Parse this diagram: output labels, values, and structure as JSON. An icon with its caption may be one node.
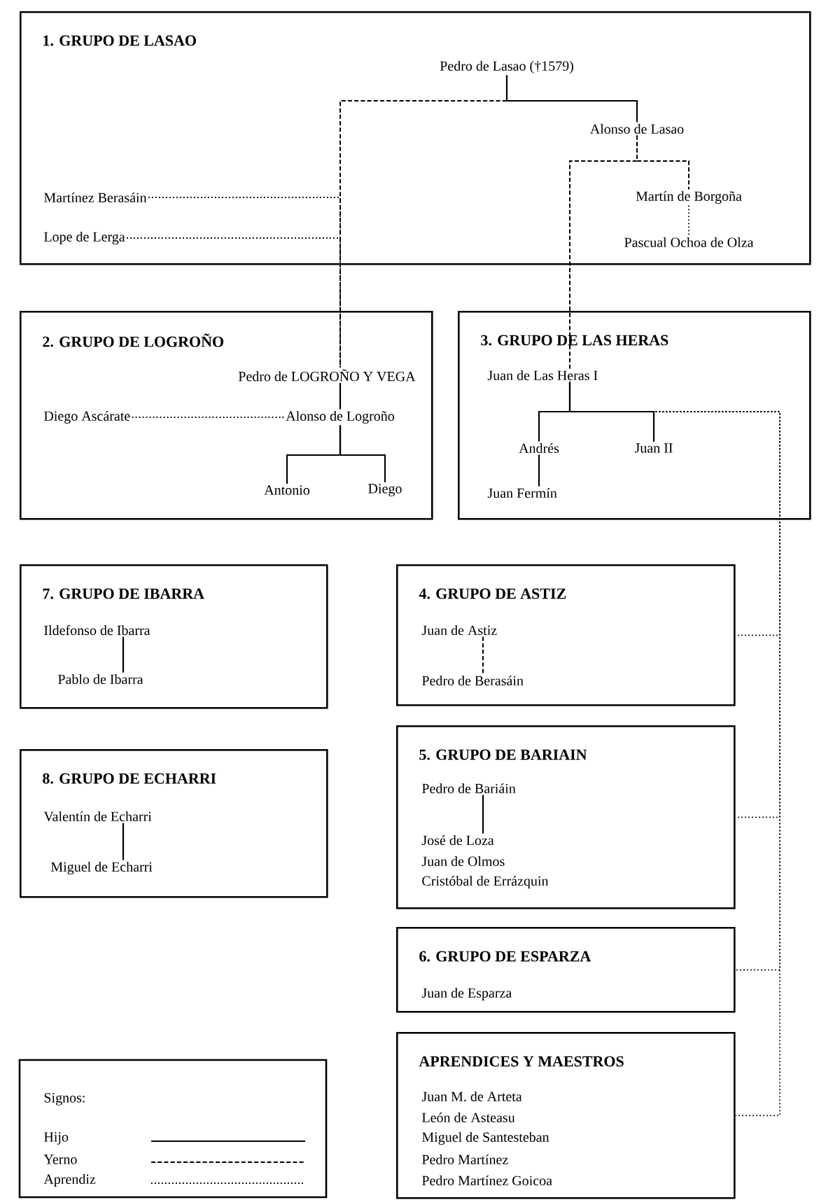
{
  "diagram": {
    "nodes": [
      {
        "text": [
          "1. GRUPO DE LASAO"
        ]
      },
      {
        "text": [
          "Pedro de Lasao (†1579)"
        ],
        "in": 0
      },
      {
        "text": [
          "Alonso de Lasao"
        ],
        "in": 0
      },
      {
        "text": [
          "Martínez Berasáin"
        ],
        "in": 0
      },
      {
        "text": [
          "Lope de Lerga"
        ],
        "in": 0
      },
      {
        "text": [
          "Martín de Borgoña"
        ],
        "in": 0
      },
      {
        "text": [
          "Pascual Ochoa de Olza"
        ],
        "in": 0
      },
      {
        "text": [
          "2. GRUPO DE LOGROÑO"
        ]
      },
      {
        "text": [
          "Pedro de LOGROÑO Y VEGA"
        ],
        "in": 7
      },
      {
        "text": [
          "Diego Ascárate"
        ],
        "in": 7
      },
      {
        "text": [
          "Alonso de Logroño"
        ],
        "in": 7
      },
      {
        "text": [
          "Antonio"
        ],
        "in": 7
      },
      {
        "text": [
          "Diego"
        ],
        "in": 7
      },
      {
        "text": [
          "3. GRUPO DE LAS HERAS"
        ]
      },
      {
        "text": [
          "Juan de Las Heras I"
        ],
        "in": 13
      },
      {
        "text": [
          "Andrés"
        ],
        "in": 13
      },
      {
        "text": [
          "Juan II"
        ],
        "in": 13
      },
      {
        "text": [
          "Juan Fermín"
        ],
        "in": 13
      },
      {
        "text": [
          "7. GRUPO DE IBARRA"
        ]
      },
      {
        "text": [
          "Ildefonso de Ibarra"
        ],
        "in": 18
      },
      {
        "text": [
          "Pablo de Ibarra"
        ],
        "in": 18
      },
      {
        "text": [
          "4. GRUPO DE ASTIZ"
        ]
      },
      {
        "text": [
          "Juan de Astiz"
        ],
        "in": 21
      },
      {
        "text": [
          "Pedro de Berasáin"
        ],
        "in": 21
      },
      {
        "text": [
          "8. GRUPO DE ECHARRI"
        ]
      },
      {
        "text": [
          "Valentín de Echarri"
        ],
        "in": 24
      },
      {
        "text": [
          "Miguel de Echarri"
        ],
        "in": 24
      },
      {
        "text": [
          "5. GRUPO DE BARIAIN"
        ]
      },
      {
        "text": [
          "Pedro de Bariáin"
        ],
        "in": 27
      },
      {
        "text": [
          "José de Loza"
        ],
        "in": 27
      },
      {
        "text": [
          "Juan de Olmos"
        ],
        "in": 27
      },
      {
        "text": [
          "Cristóbal de Errázquin"
        ],
        "in": 27
      },
      {
        "text": [
          "6. GRUPO DE ESPARZA"
        ]
      },
      {
        "text": [
          "Juan de Esparza"
        ],
        "in": 32
      },
      {
        "text": [
          "APRENDICES Y MAESTROS"
        ]
      },
      {
        "text": [
          "Juan M. de Arteta"
        ],
        "in": 34
      },
      {
        "text": [
          "León de Asteasu"
        ],
        "in": 34
      },
      {
        "text": [
          "Miguel de Santesteban"
        ],
        "in": 34
      },
      {
        "text": [
          "Pedro Martínez"
        ],
        "in": 34
      },
      {
        "text": [
          "Pedro Martínez Goicoa"
        ],
        "in": 34
      }
    ],
    "edges": [
      {
        "from": 1,
        "to": 2,
        "arrow": "none"
      },
      {
        "from": 1,
        "to": 8,
        "arrow": "none",
        "style": "dashed"
      },
      {
        "from": 2,
        "to": 5,
        "arrow": "none",
        "style": "dashed"
      },
      {
        "from": 2,
        "to": 14,
        "arrow": "none",
        "style": "dashed"
      },
      {
        "from": 5,
        "to": 6,
        "arrow": "none",
        "style": "dashed"
      },
      {
        "from": 3,
        "to": 8,
        "arrow": "none",
        "style": "dashed"
      },
      {
        "from": 4,
        "to": 8,
        "arrow": "none",
        "style": "dashed"
      },
      {
        "from": 8,
        "to": 10,
        "arrow": "none"
      },
      {
        "from": 9,
        "to": 10,
        "arrow": "none",
        "style": "dashed"
      },
      {
        "from": 10,
        "to": 11,
        "arrow": "none"
      },
      {
        "from": 10,
        "to": 12,
        "arrow": "none"
      },
      {
        "from": 14,
        "to": 15,
        "arrow": "none"
      },
      {
        "from": 14,
        "to": 16,
        "arrow": "none"
      },
      {
        "from": 15,
        "to": 17,
        "arrow": "none"
      },
      {
        "from": 14,
        "to": 21,
        "arrow": "none",
        "style": "dashed"
      },
      {
        "from": 14,
        "to": 27,
        "arrow": "none",
        "style": "dashed"
      },
      {
        "from": 14,
        "to": 32,
        "arrow": "none",
        "style": "dashed"
      },
      {
        "from": 14,
        "to": 34,
        "arrow": "none",
        "style": "dashed"
      },
      {
        "from": 19,
        "to": 20,
        "arrow": "none"
      },
      {
        "from": 22,
        "to": 23,
        "arrow": "none",
        "style": "dashed"
      },
      {
        "from": 25,
        "to": 26,
        "arrow": "none"
      },
      {
        "from": 28,
        "to": 29,
        "arrow": "none"
      }
    ],
    "labels": [
      "Signos:"
    ],
    "legend": [
      {
        "text": "Hijo"
      },
      {
        "text": "Yerno"
      },
      {
        "text": "Aprendiz"
      }
    ]
  }
}
